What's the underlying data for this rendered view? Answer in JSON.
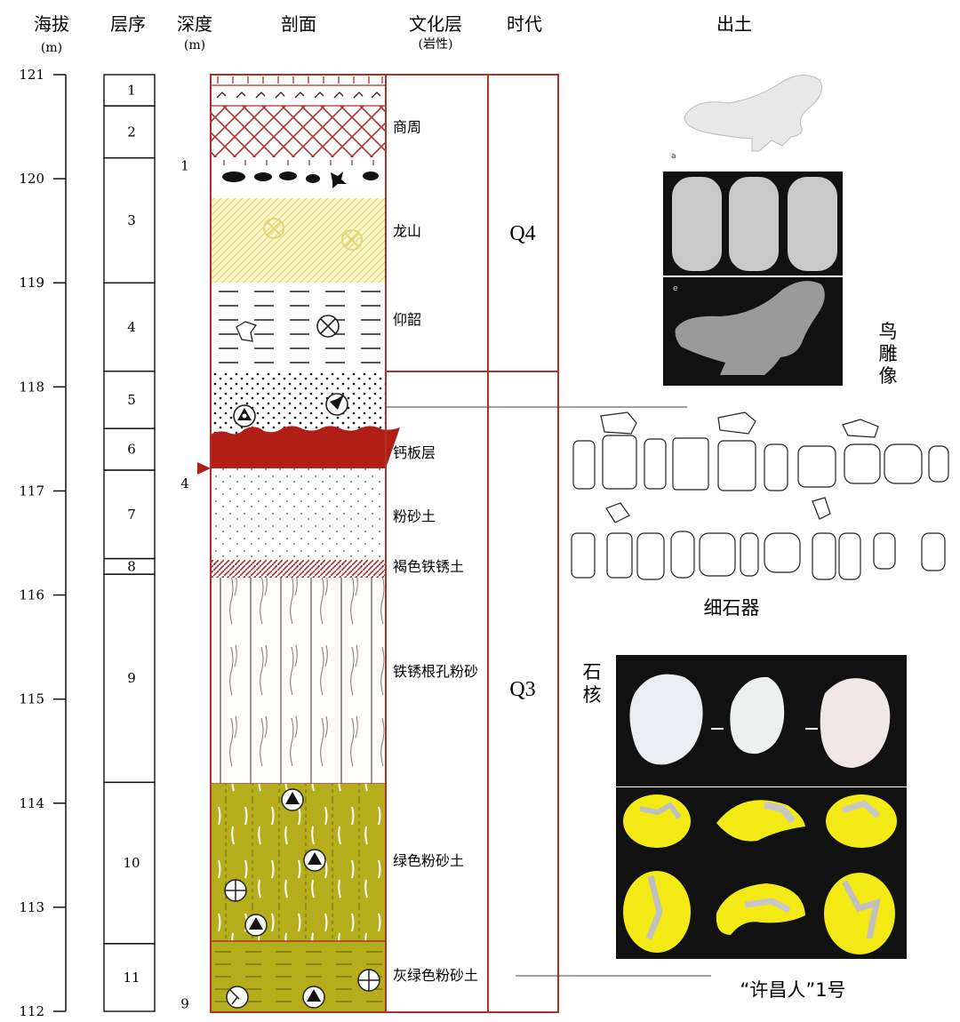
{
  "headers": {
    "altitude": "海拔",
    "altitude_unit": "(m)",
    "sequence": "层序",
    "depth": "深度",
    "depth_unit": "(m)",
    "profile": "剖面",
    "culture": "文化层",
    "culture_sub": "(岩性)",
    "era": "时代",
    "finds": "出土"
  },
  "altitude_ticks": [
    "121",
    "120",
    "119",
    "118",
    "117",
    "116",
    "115",
    "114",
    "113",
    "112"
  ],
  "layers": [
    {
      "number": "1",
      "top": 121.0,
      "bottom": 120.7
    },
    {
      "number": "2",
      "top": 120.7,
      "bottom": 120.2
    },
    {
      "number": "3",
      "top": 120.2,
      "bottom": 119.0
    },
    {
      "number": "4",
      "top": 119.0,
      "bottom": 118.15
    },
    {
      "number": "5",
      "top": 118.15,
      "bottom": 117.6
    },
    {
      "number": "6",
      "top": 117.6,
      "bottom": 117.2
    },
    {
      "number": "7",
      "top": 117.2,
      "bottom": 116.35
    },
    {
      "number": "8",
      "top": 116.35,
      "bottom": 116.2
    },
    {
      "number": "9",
      "top": 116.2,
      "bottom": 114.2
    },
    {
      "number": "10",
      "top": 114.2,
      "bottom": 112.65
    },
    {
      "number": "11",
      "top": 112.65,
      "bottom": 112.0
    }
  ],
  "depth_marks": [
    {
      "label": "1",
      "altitude": 120.08
    },
    {
      "label": "4",
      "altitude": 117.03
    },
    {
      "label": "9",
      "altitude": 112.03
    }
  ],
  "culture_layers": [
    {
      "label": "商周",
      "altitude": 120.5
    },
    {
      "label": "龙山",
      "altitude": 119.5
    },
    {
      "label": "仰韶",
      "altitude": 118.65
    },
    {
      "label": "钙板层",
      "altitude": 117.37
    },
    {
      "label": "粉砂土",
      "altitude": 116.76
    },
    {
      "label": "褐色铁锈土",
      "altitude": 116.28
    },
    {
      "label": "铁锈根孔粉砂",
      "altitude": 115.27
    },
    {
      "label": "绿色粉砂土",
      "altitude": 113.45
    },
    {
      "label": "灰绿色粉砂土",
      "altitude": 112.35
    }
  ],
  "eras": [
    {
      "label": "Q4",
      "top": 121.0,
      "bottom": 118.15
    },
    {
      "label": "Q3",
      "top": 118.15,
      "bottom": 112.0
    }
  ],
  "finds": {
    "bird": "鸟雕像",
    "microliths": "细石器",
    "core": "石核",
    "skull": "“许昌人”1号"
  },
  "colors": {
    "frame": "#b0302a",
    "calcrete": "#b01e16",
    "longshan_fill": "#fbf6c4",
    "green_silt": "#b5ad1c",
    "photo_bg": "#111111",
    "skull_yellow": "#f3ea15"
  }
}
